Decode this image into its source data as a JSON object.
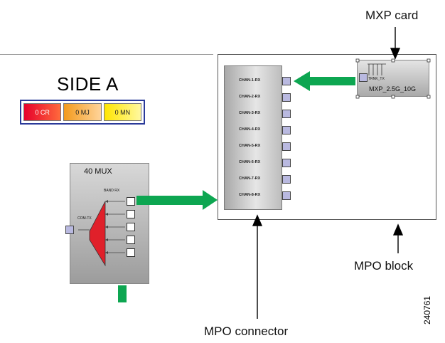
{
  "side": {
    "title": "SIDE A"
  },
  "alarms": [
    {
      "label": "0 CR",
      "color": "#e6002c"
    },
    {
      "label": "0 MJ",
      "color": "#f39a1c"
    },
    {
      "label": "0 MN",
      "color": "#ffe600"
    }
  ],
  "mux": {
    "title": "40 MUX",
    "band_label": "BAND RX",
    "com_label": "COM-TX"
  },
  "mpo_connector": {
    "channels": [
      "CHAN-1-RX",
      "CHAN-2-RX",
      "CHAN-3-RX",
      "CHAN-4-RX",
      "CHAN-5-RX",
      "CHAN-6-RX",
      "CHAN-7-RX",
      "CHAN-8-RX"
    ]
  },
  "mxp": {
    "name": "MXP_2.5G_10G",
    "trunk_label": "TRNK_TX"
  },
  "callouts": {
    "mxp_card": "MXP card",
    "mpo_block": "MPO block",
    "mpo_connector": "MPO connector"
  },
  "figure_number": "240761",
  "colors": {
    "arrow_green": "#0da651",
    "mux_red": "#e0202a",
    "port_lavender": "#b9b9e0"
  }
}
